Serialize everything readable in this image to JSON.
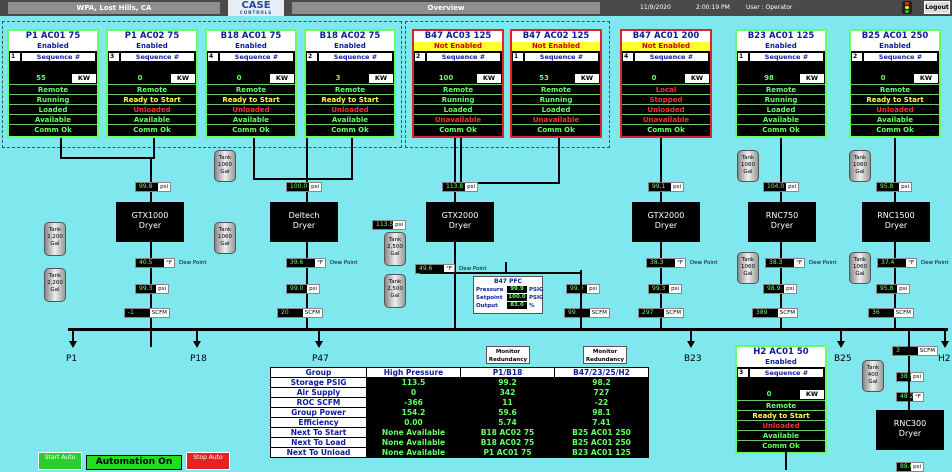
{
  "topbar": {
    "site": "WPA, Lost Hills, CA",
    "logo_main": "CASE",
    "logo_sub": "CONTROLS",
    "view_title": "Overview",
    "date": "11/9/2020",
    "time": "2:00:19 PM",
    "user": "User : Operator",
    "logout_label": "Logout",
    "icons": [
      "traffic-light-icon"
    ]
  },
  "colors": {
    "background": "#7fe7ee",
    "ok_text": "#66ff66",
    "warn_text": "#ffff40",
    "alarm_text": "#ff3030",
    "card_border_ok": "#66ff66",
    "card_border_alarm": "#e52222"
  },
  "compressors": [
    {
      "name": "P1 AC01 75",
      "status": "Enabled",
      "seq": "1",
      "seq_label": "Sequence #",
      "kw": "55",
      "kw_unit": "KW",
      "mode": "Remote",
      "run": "Running",
      "load": "Loaded",
      "avail": "Available",
      "comm": "Comm Ok"
    },
    {
      "name": "P1 AC02 75",
      "status": "Enabled",
      "seq": "3",
      "seq_label": "Sequence #",
      "kw": "0",
      "kw_unit": "KW",
      "mode": "Remote",
      "run": "Ready to Start",
      "load": "Unloaded",
      "avail": "Available",
      "comm": "Comm Ok"
    },
    {
      "name": "B18 AC01 75",
      "status": "Enabled",
      "seq": "4",
      "seq_label": "Sequence #",
      "kw": "0",
      "kw_unit": "KW",
      "mode": "Remote",
      "run": "Ready to Start",
      "load": "Unloaded",
      "avail": "Available",
      "comm": "Comm Ok"
    },
    {
      "name": "B18 AC02 75",
      "status": "Enabled",
      "seq": "2",
      "seq_label": "Sequence #",
      "kw": "3",
      "kw_unit": "KW",
      "mode": "Remote",
      "run": "Ready to Start",
      "load": "Unloaded",
      "avail": "Available",
      "comm": "Comm Ok"
    },
    {
      "name": "B47 AC03 125",
      "status": "Not Enabled",
      "seq": "2",
      "seq_label": "Sequence #",
      "kw": "100",
      "kw_unit": "KW",
      "mode": "Remote",
      "run": "Running",
      "load": "Loaded",
      "avail": "Unavailable",
      "comm": "Comm Ok"
    },
    {
      "name": "B47 AC02 125",
      "status": "Not Enabled",
      "seq": "1",
      "seq_label": "Sequence #",
      "kw": "53",
      "kw_unit": "KW",
      "mode": "Remote",
      "run": "Running",
      "load": "Loaded",
      "avail": "Unavailable",
      "comm": "Comm Ok"
    },
    {
      "name": "B47 AC01 200",
      "status": "Not Enabled",
      "seq": "4",
      "seq_label": "Sequence #",
      "kw": "0",
      "kw_unit": "KW",
      "mode": "Local",
      "run": "Stopped",
      "load": "Unloaded",
      "avail": "Unavailable",
      "comm": "Comm Ok"
    },
    {
      "name": "B23 AC01 125",
      "status": "Enabled",
      "seq": "1",
      "seq_label": "Sequence #",
      "kw": "98",
      "kw_unit": "KW",
      "mode": "Remote",
      "run": "Running",
      "load": "Loaded",
      "avail": "Available",
      "comm": "Comm Ok"
    },
    {
      "name": "B25 AC01 250",
      "status": "Enabled",
      "seq": "2",
      "seq_label": "Sequence #",
      "kw": "0",
      "kw_unit": "KW",
      "mode": "Remote",
      "run": "Ready to Start",
      "load": "Unloaded",
      "avail": "Available",
      "comm": "Comm Ok"
    }
  ],
  "h2": {
    "name": "H2 AC01 50",
    "status": "Enabled",
    "seq": "3",
    "seq_label": "Sequence #",
    "kw": "0",
    "kw_unit": "KW",
    "mode": "Remote",
    "run": "Ready to Start",
    "load": "Unloaded",
    "avail": "Available",
    "comm": "Comm Ok"
  },
  "readouts": {
    "p_upper": [
      "99.8",
      "100.0",
      "113.8",
      "99.1",
      "104.0",
      "95.8"
    ],
    "p_unit": "psi",
    "dew": [
      "40.5",
      "39.6",
      "49.6",
      "38.3",
      "37.4"
    ],
    "dew_unit": "°F",
    "dew_label": "Dew Point",
    "p_lower": [
      "99.3",
      "99.0",
      "99.9",
      "99.3",
      "98.9",
      "95.8"
    ],
    "flow": [
      "-1",
      "20",
      "99",
      "297",
      "389",
      "36"
    ],
    "flow_unit": "SCFM",
    "b47_tank_p": "113.5",
    "h2_flow": "3",
    "h2_p1": "38.9",
    "h2_dew": "48.2",
    "h2_p2": "88.6"
  },
  "dryers": [
    {
      "model": "GTX1000",
      "label": "Dryer"
    },
    {
      "model": "Deltech",
      "label": "Dryer"
    },
    {
      "model": "GTX2000",
      "label": "Dryer"
    },
    {
      "model": "GTX2000",
      "label": "Dryer"
    },
    {
      "model": "RNC750",
      "label": "Dryer"
    },
    {
      "model": "RNC1500",
      "label": "Dryer"
    },
    {
      "model": "RNC300",
      "label": "Dryer"
    }
  ],
  "tanks": {
    "t1060": [
      "Tank",
      "1060",
      "Gal"
    ],
    "t2200": [
      "Tank",
      "2,200",
      "Gal"
    ],
    "t2500": [
      "Tank",
      "2,500",
      "Gal"
    ],
    "t400": [
      "Tank",
      "400",
      "Gal"
    ]
  },
  "pfc": {
    "title": "B47 PFC",
    "rows": [
      {
        "key": "Pressure",
        "val": "99.9",
        "unit": "PSIG"
      },
      {
        "key": "Setpoint",
        "val": "100.0",
        "unit": "PSIG"
      },
      {
        "key": "Output",
        "val": "83.0",
        "unit": "%"
      }
    ]
  },
  "destinations": [
    "P1",
    "P18",
    "P47",
    "B23",
    "B25",
    "H2"
  ],
  "monitor": [
    "Monitor",
    "Redundancy"
  ],
  "summary": {
    "headers": [
      "Group",
      "High Pressure",
      "P1/B18",
      "B47/23/25/H2"
    ],
    "rows": [
      [
        "Storage PSIG",
        "113.5",
        "99.2",
        "98.2"
      ],
      [
        "Air Supply",
        "0",
        "342",
        "727"
      ],
      [
        "ROC SCFM",
        "-366",
        "11",
        "-22"
      ],
      [
        "Group Power",
        "154.2",
        "59.6",
        "98.1"
      ],
      [
        "Efficiency",
        "0.00",
        "5.74",
        "7.41"
      ],
      [
        "Next To Start",
        "None Available",
        "B18 AC02 75",
        "B25 AC01 250"
      ],
      [
        "Next To Load",
        "None Available",
        "B18 AC02 75",
        "B25 AC01 250"
      ],
      [
        "Next To Unload",
        "None Available",
        "P1 AC01 75",
        "B23 AC01 125"
      ]
    ]
  },
  "buttons": {
    "start_auto": "Start Auto",
    "automation": "Automation On",
    "stop_auto": "Stop Auto"
  }
}
